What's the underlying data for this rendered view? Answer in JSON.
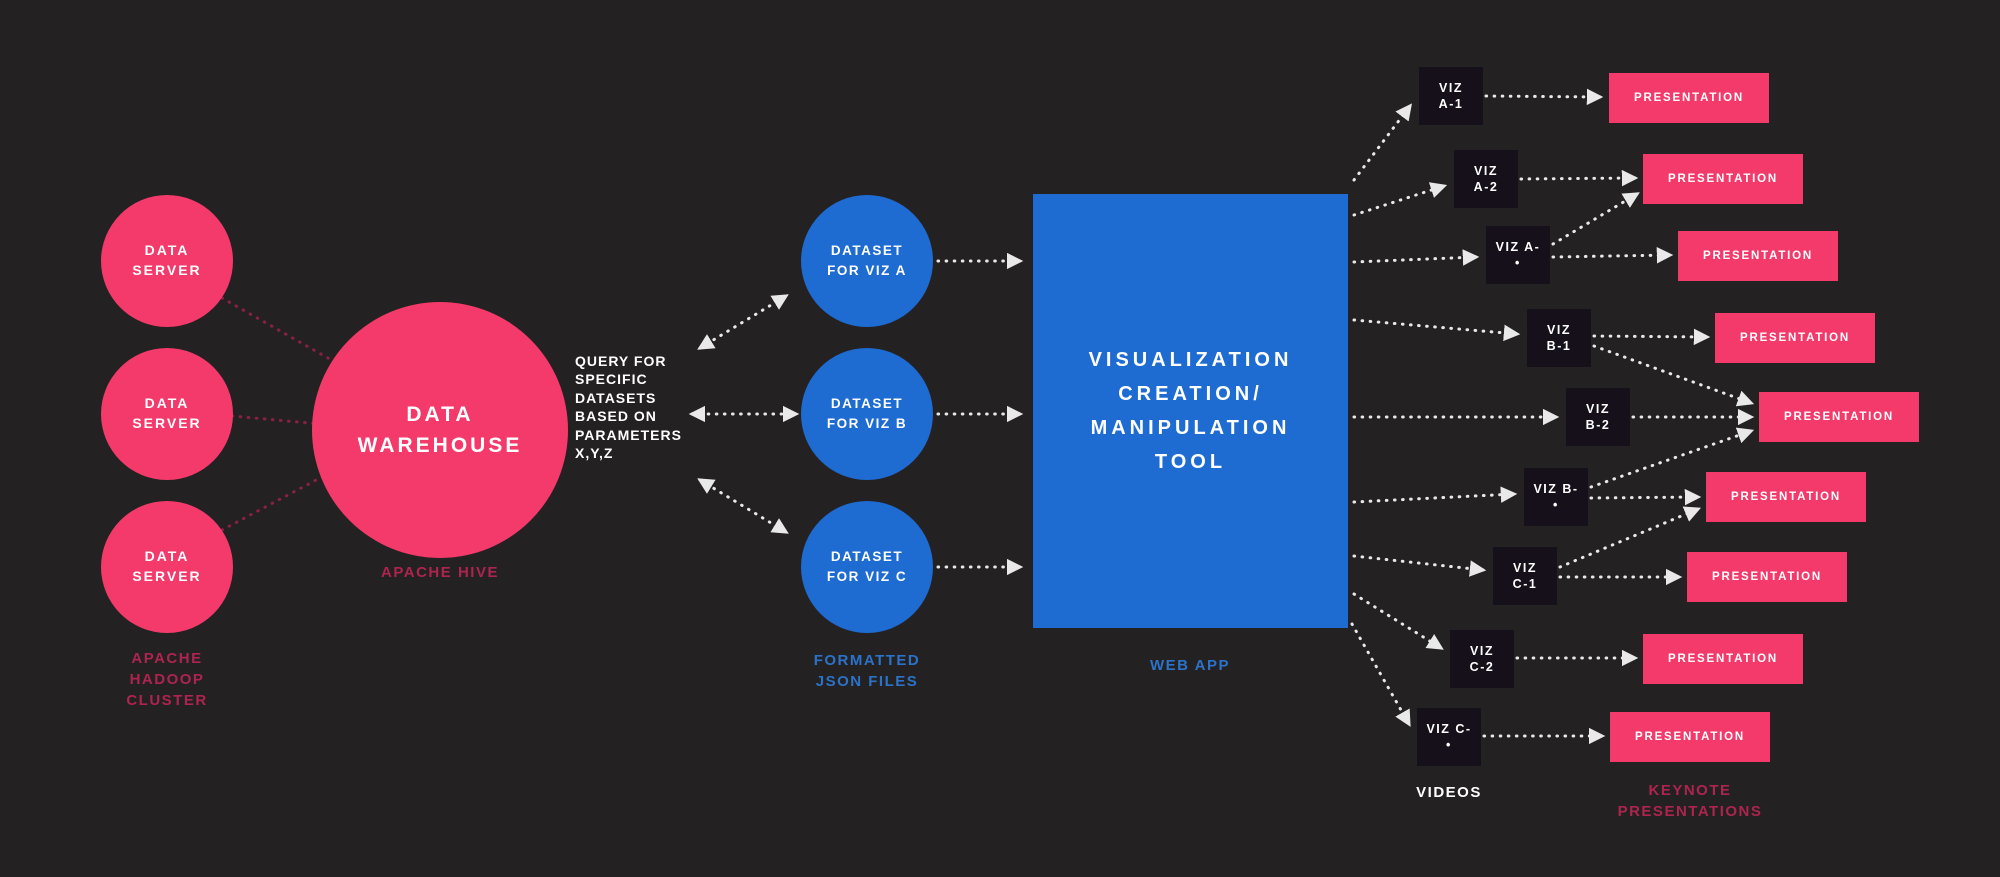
{
  "colors": {
    "bg": "#242122",
    "pink": "#F43A6B",
    "pink-dark": "#AD2450",
    "blue": "#1E6BD2",
    "blue-caption": "#2B72C8",
    "ink": "#15101A",
    "arrow": "#E9E9E9",
    "arrow-pink": "#8A2144"
  },
  "hadoop": {
    "servers": [
      "DATA\nSERVER",
      "DATA\nSERVER",
      "DATA\nSERVER"
    ],
    "caption": "APACHE\nHADOOP\nCLUSTER"
  },
  "warehouse": {
    "label": "DATA\nWAREHOUSE",
    "caption": "APACHE HIVE"
  },
  "query_note": "QUERY FOR\nSPECIFIC\nDATASETS\nBASED ON\nPARAMETERS\nX,Y,Z",
  "datasets": {
    "items": [
      "DATASET\nFOR VIZ A",
      "DATASET\nFOR VIZ B",
      "DATASET\nFOR VIZ C"
    ],
    "caption": "FORMATTED\nJSON FILES"
  },
  "tool": {
    "label": "VISUALIZATION\nCREATION/\nMANIPULATION\nTOOL",
    "caption": "WEB APP"
  },
  "videos": {
    "items": [
      "VIZ\nA-1",
      "VIZ\nA-2",
      "VIZ A-\n•",
      "VIZ\nB-1",
      "VIZ\nB-2",
      "VIZ B-\n•",
      "VIZ\nC-1",
      "VIZ\nC-2",
      "VIZ C-\n•"
    ],
    "caption": "VIDEOS"
  },
  "presentations": {
    "items": [
      "PRESENTATION",
      "PRESENTATION",
      "PRESENTATION",
      "PRESENTATION",
      "PRESENTATION",
      "PRESENTATION",
      "PRESENTATION",
      "PRESENTATION",
      "PRESENTATION"
    ],
    "caption": "KEYNOTE\nPRESENTATIONS"
  }
}
